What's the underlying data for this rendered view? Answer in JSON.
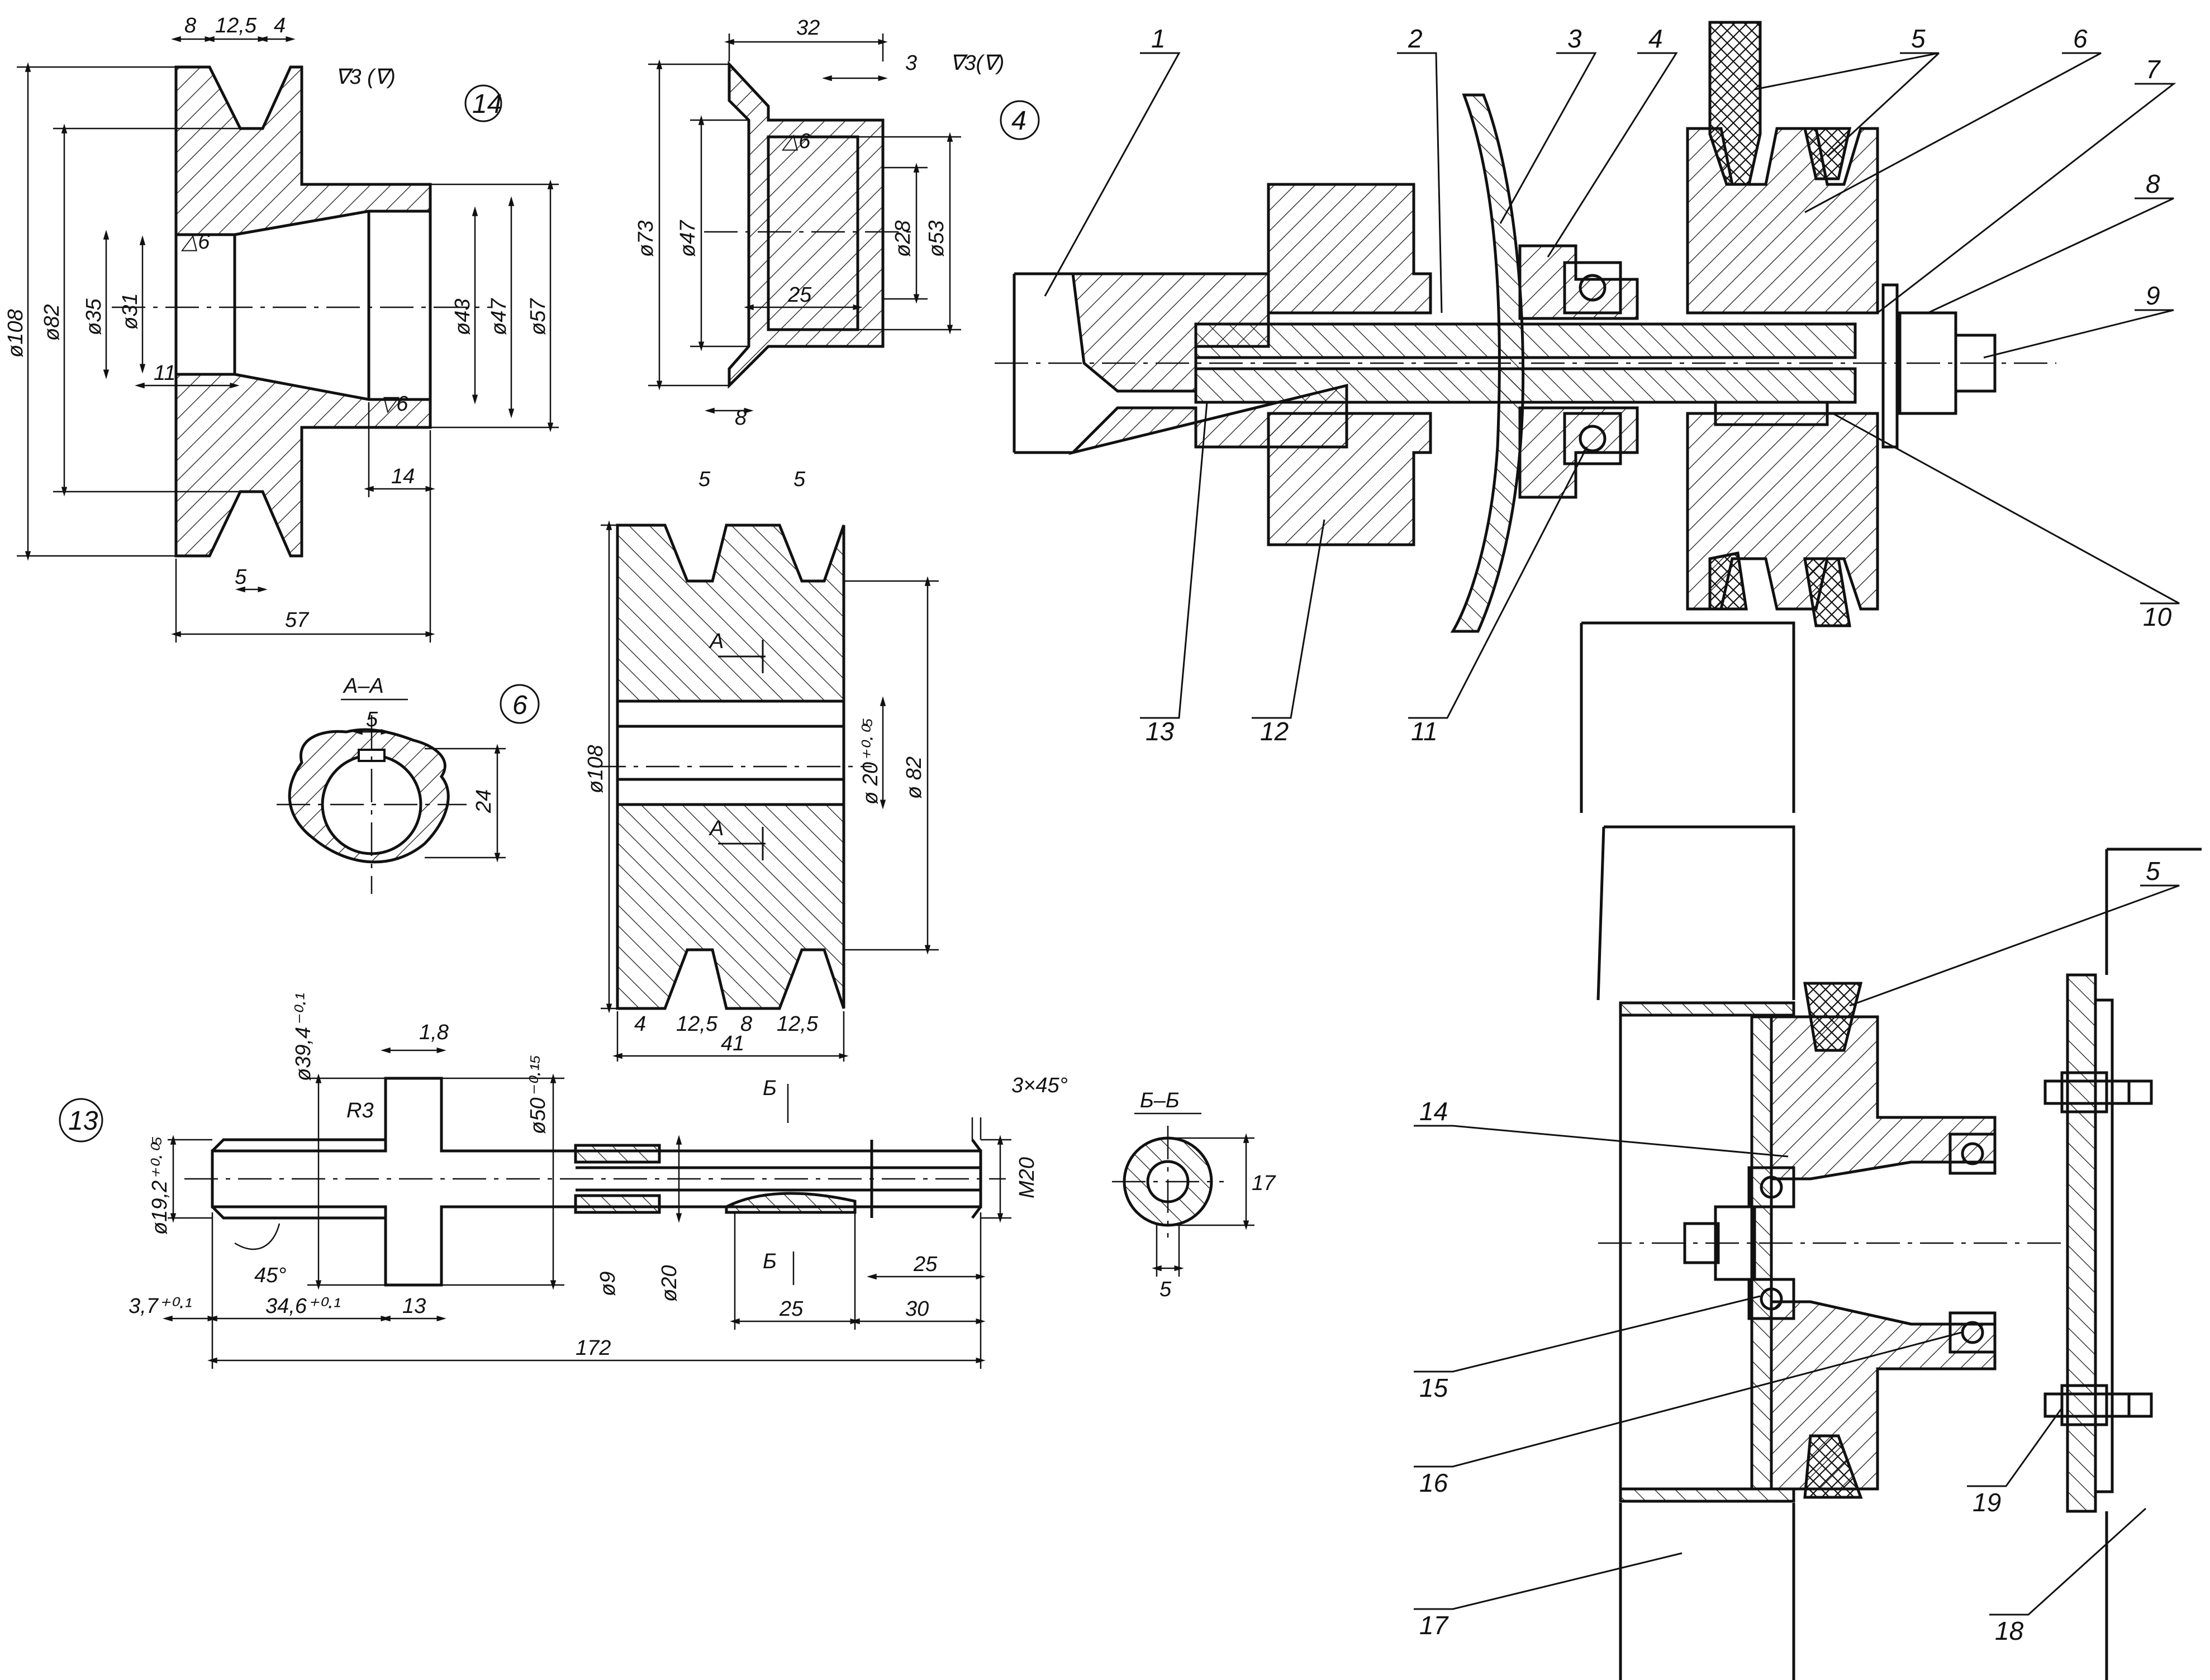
{
  "callouts": [
    "1",
    "2",
    "3",
    "4",
    "5",
    "6",
    "7",
    "8",
    "9",
    "10",
    "11",
    "12",
    "13",
    "14",
    "15",
    "16",
    "17",
    "18",
    "19"
  ],
  "detail_labels": {
    "pulley14": "14",
    "bushing4": "4",
    "pulley6": "6",
    "shaft13": "13"
  },
  "section_labels": {
    "aa": "А–А",
    "bb": "Б–Б",
    "a_mark": "А",
    "b_mark": "Б"
  },
  "dims_pulley14": {
    "d108": "ø108",
    "d82": "ø82",
    "d35": "ø35",
    "d31": "ø31",
    "d43": "ø43",
    "d47": "ø47",
    "d57": "ø57",
    "w8": "8",
    "w125": "12,5",
    "w4": "4",
    "w11": "11",
    "w14": "14",
    "w5": "5",
    "w57": "57",
    "finish": "∇3 (∇)",
    "r6a": "△6",
    "r6b": "▽6"
  },
  "dims_bushing4": {
    "w32": "32",
    "w3": "3",
    "finish": "∇3(∇)",
    "r6": "△6",
    "d73": "ø73",
    "d47": "ø47",
    "d28": "ø28",
    "d53": "ø53",
    "w25": "25",
    "w8": "8"
  },
  "dims_pulley6": {
    "w5a": "5",
    "w5b": "5",
    "d108": "ø108",
    "d20": "ø 20⁺⁰·⁰⁵",
    "d82": "ø 82",
    "w4": "4",
    "w125a": "12,5",
    "w8": "8",
    "w125b": "12,5",
    "w41": "41",
    "key5": "5",
    "key24": "24"
  },
  "dims_shaft13": {
    "d394": "ø39,4⁻⁰·¹",
    "w18": "1,8",
    "r3": "R3",
    "d50": "ø50⁻⁰·¹⁵",
    "d192": "ø19,2⁺⁰·⁰⁵",
    "ch45": "45°",
    "ch3x45": "3×45°",
    "m20": "M20",
    "d9": "ø9",
    "d20": "ø20",
    "w25a": "25",
    "w25b": "25",
    "w30": "30",
    "w37": "3,7⁺⁰·¹",
    "w346": "34,6⁺⁰·¹",
    "w13": "13",
    "w172": "172",
    "bb17": "17",
    "bb5": "5"
  }
}
